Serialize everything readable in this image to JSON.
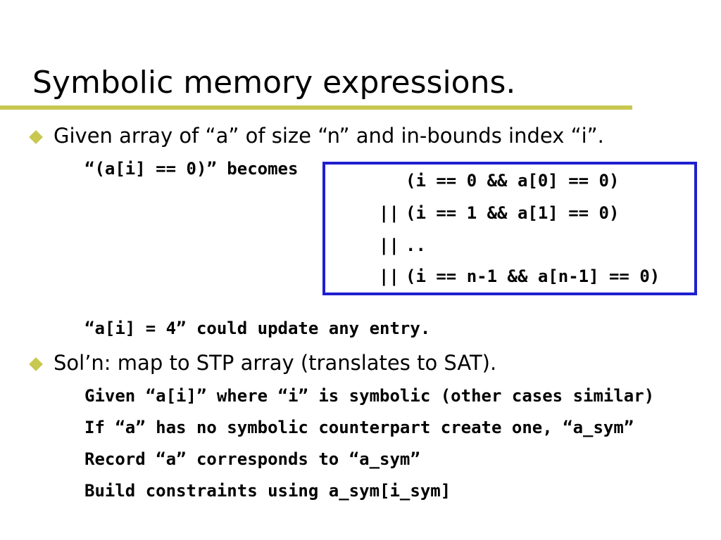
{
  "slide": {
    "title": "Symbolic memory expressions.",
    "accent_color": "#c8c850",
    "box_border_color": "#1f1fd0",
    "bullets": [
      {
        "text": "Given array of “a” of size “n” and in-bounds index “i”.",
        "sub": [
          "“(a[i] == 0)” becomes",
          "“a[i] = 4” could update any entry."
        ]
      },
      {
        "text": "Sol’n: map to STP array (translates to SAT).",
        "sub": [
          "Given “a[i]” where “i”  is symbolic (other cases similar)",
          "If “a” has no symbolic counterpart create one, “a_sym”",
          "Record “a” corresponds to “a_sym”",
          "Build constraints using a_sym[i_sym]"
        ]
      }
    ],
    "code_box": {
      "lines": [
        {
          "op": "",
          "expr": "(i == 0 && a[0] == 0)"
        },
        {
          "op": "||",
          "expr": "(i == 1 && a[1] == 0)"
        },
        {
          "op": "||",
          "expr": ".."
        },
        {
          "op": "||",
          "expr": "(i == n-1 && a[n-1] == 0)"
        }
      ]
    }
  }
}
